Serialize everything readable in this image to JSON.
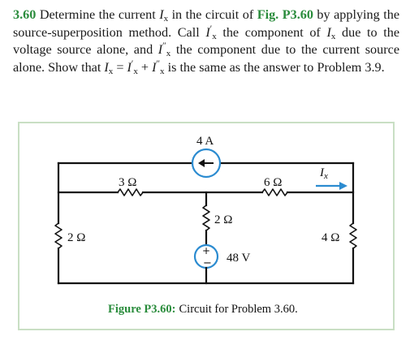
{
  "problem": {
    "number": "3.60",
    "text_part1": "Determine the current",
    "text_part2": "in the circuit of",
    "fig_ref": "Fig. P3.60",
    "text_part3": "by applying the source-superposition method. Call",
    "text_part4": "the component of",
    "text_part5": "due to the voltage source alone, and",
    "text_part6": "the component due to the current source alone. Show that",
    "text_part7": "is the same as the answer to Problem 3.9."
  },
  "circuit": {
    "current_source_label": "4 A",
    "r_top_left": "3 Ω",
    "r_top_right": "6 Ω",
    "r_middle": "2 Ω",
    "r_left": "2 Ω",
    "r_right": "4 Ω",
    "voltage_source_label": "48 V",
    "plus_sign": "+",
    "minus_sign": "−",
    "current_label": "I",
    "current_label_sub": "x"
  },
  "caption": {
    "bold": "Figure P3.60:",
    "rest": "Circuit for Problem 3.60."
  },
  "colors": {
    "accent_green": "#2a8c3c",
    "blue": "#2b8bd0",
    "figure_border": "#c9dfc4"
  }
}
